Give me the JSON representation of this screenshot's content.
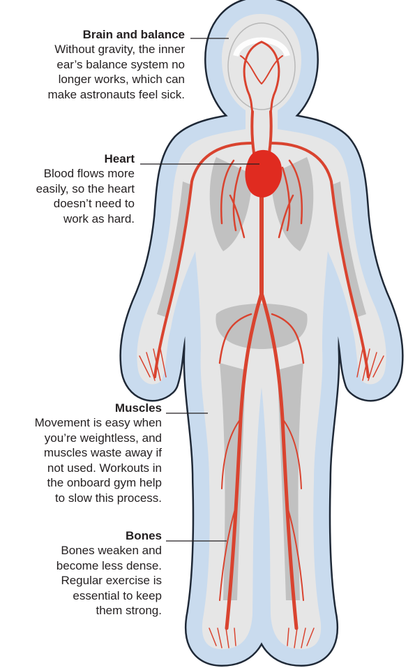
{
  "annotations": [
    {
      "id": "brain",
      "title": "Brain and balance",
      "lines": [
        "Without gravity, the inner",
        "ear’s balance system no",
        "longer works, which can",
        "make astronauts feel sick."
      ]
    },
    {
      "id": "heart",
      "title": "Heart",
      "lines": [
        "Blood flows more",
        "easily, so the heart",
        "doesn’t need to",
        "work as hard."
      ]
    },
    {
      "id": "muscles",
      "title": "Muscles",
      "lines": [
        "Movement is easy when",
        "you’re weightless, and",
        "muscles waste away if",
        "not used. Workouts in",
        "the onboard gym help",
        "to slow this process."
      ]
    },
    {
      "id": "bones",
      "title": "Bones",
      "lines": [
        "Bones weaken and",
        "become less dense.",
        "Regular exercise is",
        "essential to keep",
        "them strong."
      ]
    }
  ],
  "colors": {
    "halo": "#c9dbee",
    "halo_edge": "#1f2937",
    "body_fill": "#e6e6e6",
    "organ_fill": "#a9a9a9",
    "vessel": "#d9432f",
    "heart": "#e02b20",
    "text": "#231f20"
  }
}
